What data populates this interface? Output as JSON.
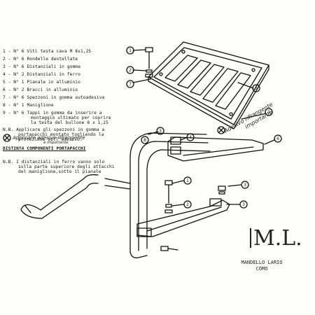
{
  "parts_list": [
    {
      "qty": "1 - N° 6",
      "desc": "Viti testa cava M 8x1,25"
    },
    {
      "qty": "2 - N° 6",
      "desc": "Rondelle dentellate"
    },
    {
      "qty": "3 - N° 6",
      "desc": "Distanziali in gomma"
    },
    {
      "qty": "4 - N° 2",
      "desc": "Distanziali in ferro"
    },
    {
      "qty": "5 - N° 1",
      "desc": "Pianale in alluminio"
    },
    {
      "qty": "6 - N° 2",
      "desc": "Bracci in alluminio"
    },
    {
      "qty": "7 - N° 6",
      "desc": "Spezzoni in gomma autoadesiva"
    },
    {
      "qty": "8 - N° 1",
      "desc": "Maniglione"
    },
    {
      "qty": "9 - N° 6",
      "desc": "Tappi in gomma da inserire a"
    }
  ],
  "note_tappi": [
    "montaggio ultimato per coprire",
    "la testa del bullone 8 x 1,25"
  ],
  "nb1": [
    "N.B. Applicare gli spezzoni in gomma a",
    "portapacchi montato togliendo la",
    "protezione sull'adesivo."
  ],
  "handwritten": {
    "applicare": "Applicare adesivo rifrangente",
    "importante_small": "è importante",
    "adesivo_diag": "Adesivo rifrangente",
    "importante_diag": "importante"
  },
  "distinta_title": "DISTINTA COMPONENTI PORTAPACCHI",
  "nb2": [
    "N.B. I distanziali in ferro vanno solo",
    "sulla parte superiore degli attacchi",
    "del maniglione,sotto il pianale"
  ],
  "callouts": [
    {
      "id": "c1a",
      "label": "1"
    },
    {
      "id": "c2a",
      "label": "2"
    },
    {
      "id": "c3a",
      "label": "3"
    },
    {
      "id": "c7",
      "label": "7"
    },
    {
      "id": "c5",
      "label": "5"
    },
    {
      "id": "c4",
      "label": "4"
    },
    {
      "id": "c3b",
      "label": "3"
    },
    {
      "id": "c8",
      "label": "8"
    },
    {
      "id": "c6",
      "label": "6"
    },
    {
      "id": "c1b",
      "label": "1"
    },
    {
      "id": "c2b",
      "label": "2"
    },
    {
      "id": "c3c",
      "label": "3"
    },
    {
      "id": "c3d",
      "label": "3"
    }
  ],
  "logo": {
    "text": "M.L.",
    "company": "MANDELLO LARIO",
    "city": "COMO"
  }
}
